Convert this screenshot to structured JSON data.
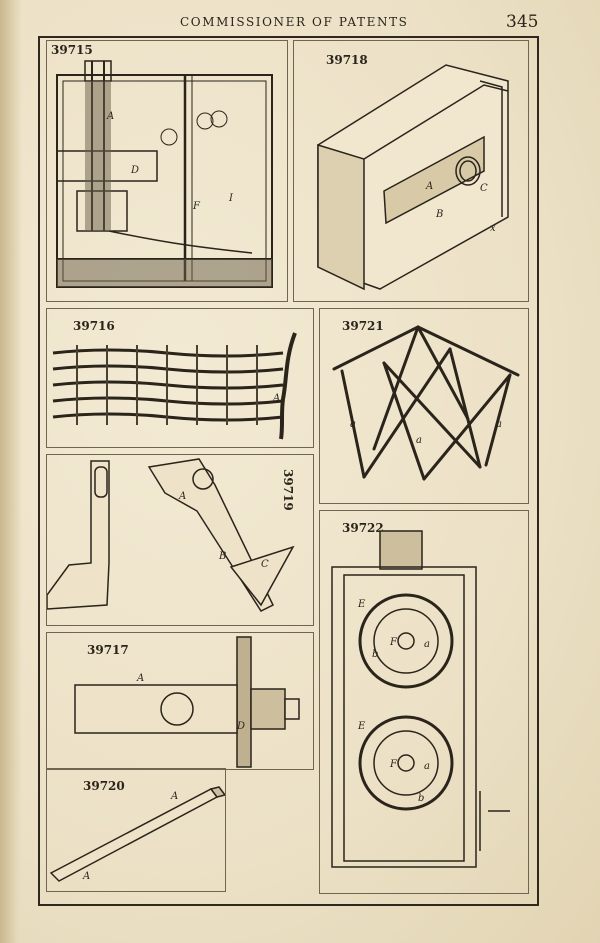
{
  "header": {
    "title": "COMMISSIONER OF PATENTS",
    "page_number": "345"
  },
  "figures": [
    {
      "id": "39715",
      "labels": [
        "A",
        "D",
        "F",
        "I"
      ]
    },
    {
      "id": "39718",
      "labels": [
        "A",
        "B",
        "C",
        "x"
      ]
    },
    {
      "id": "39716",
      "labels": [
        "A"
      ]
    },
    {
      "id": "39721",
      "labels": [
        "a",
        "a",
        "a"
      ]
    },
    {
      "id": "39719",
      "labels": [
        "A",
        "B",
        "C"
      ]
    },
    {
      "id": "39722",
      "labels": [
        "E",
        "F",
        "E",
        "F",
        "a",
        "b",
        "a",
        "b"
      ]
    },
    {
      "id": "39717",
      "labels": [
        "A",
        "D"
      ]
    },
    {
      "id": "39720",
      "labels": [
        "A",
        "A"
      ]
    }
  ]
}
